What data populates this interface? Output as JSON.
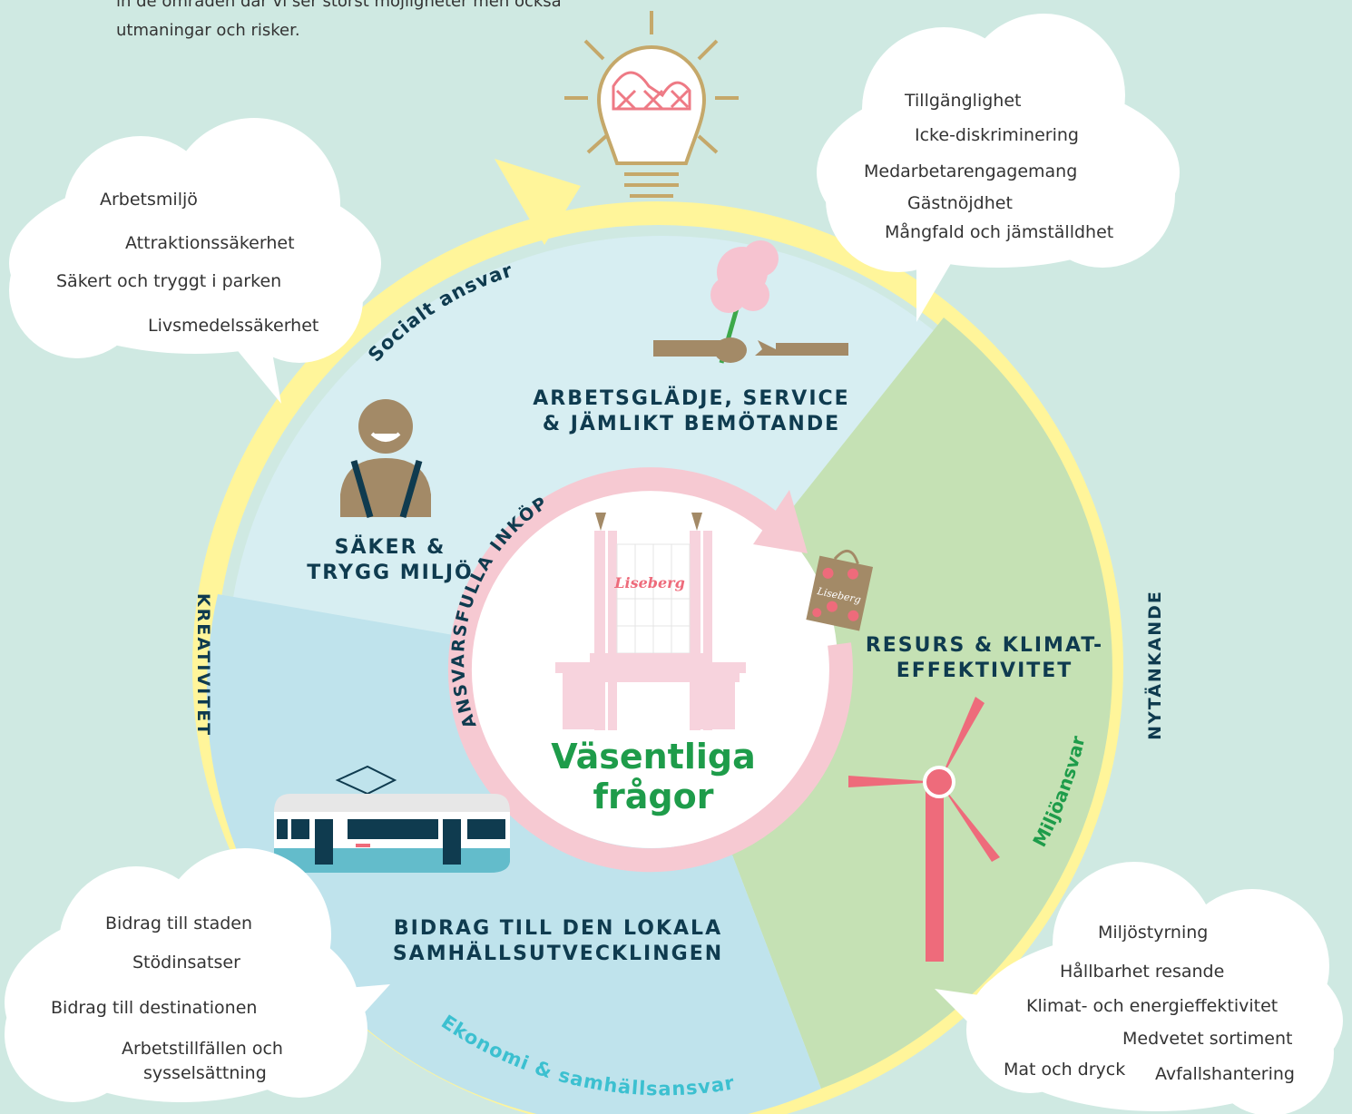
{
  "intro": {
    "line1": "in de områden där vi ser störst möjligheter men också",
    "line2": "utmaningar och risker."
  },
  "center_title": {
    "line1": "Väsentliga",
    "line2": "frågor"
  },
  "ring_labels": {
    "left": "KREATIVITET",
    "right": "NYTÄNKANDE"
  },
  "arc_labels": {
    "social": "Socialt ansvar",
    "inkop": "ANSVARSFULLA INKÖP",
    "miljo": "Miljöansvar",
    "ekonomi": "Ekonomi & samhällsansvar"
  },
  "headings": {
    "arbetsgladje": [
      "ARBETSGLÄDJE, SERVICE",
      "& JÄMLIKT BEMÖTANDE"
    ],
    "saker": [
      "SÄKER &",
      "TRYGG MILJÖ"
    ],
    "resurs": [
      "RESURS & KLIMAT-",
      "EFFEKTIVITET"
    ],
    "bidrag": [
      "BIDRAG TILL DEN LOKALA",
      "SAMHÄLLSUTVECKLINGEN"
    ]
  },
  "clouds": {
    "top_left": [
      "Arbetsmiljö",
      "Attraktionssäkerhet",
      "Säkert och tryggt i parken",
      "Livsmedelssäkerhet"
    ],
    "top_right": [
      "Tillgänglighet",
      "Icke-diskriminering",
      "Medarbetarengagemang",
      "Gästnöjdhet",
      "Mångfald och jämställdhet"
    ],
    "bottom_left": [
      "Bidrag till staden",
      "Stödinsatser",
      "Bidrag till destinationen",
      "Arbetstillfällen och",
      "sysselsättning"
    ],
    "bottom_right": [
      "Miljöstyrning",
      "Hållbarhet resande",
      "Klimat- och energieffektivitet",
      "Medvetet sortiment",
      "Mat och dryck",
      "Avfallshantering"
    ]
  },
  "logo_text": "Liseberg",
  "colors": {
    "background": "#cfe9e2",
    "ring": "#fff59a",
    "social_sector": "#d7eef2",
    "economy_sector": "#bfe3ec",
    "environment_sector": "#c5e1b4",
    "pink_arrow": "#f6c9d2",
    "heading": "#0f3b4f",
    "green_text": "#1e9c4a",
    "teal_text": "#3cc0d0",
    "turbine": "#ee6b7b"
  },
  "icons": [
    "lightbulb-icon",
    "rollercoaster-icon",
    "cotton-candy-icon",
    "hands-icon",
    "person-icon",
    "shopping-bag-icon",
    "tram-icon",
    "wind-turbine-icon",
    "gate-icon"
  ]
}
